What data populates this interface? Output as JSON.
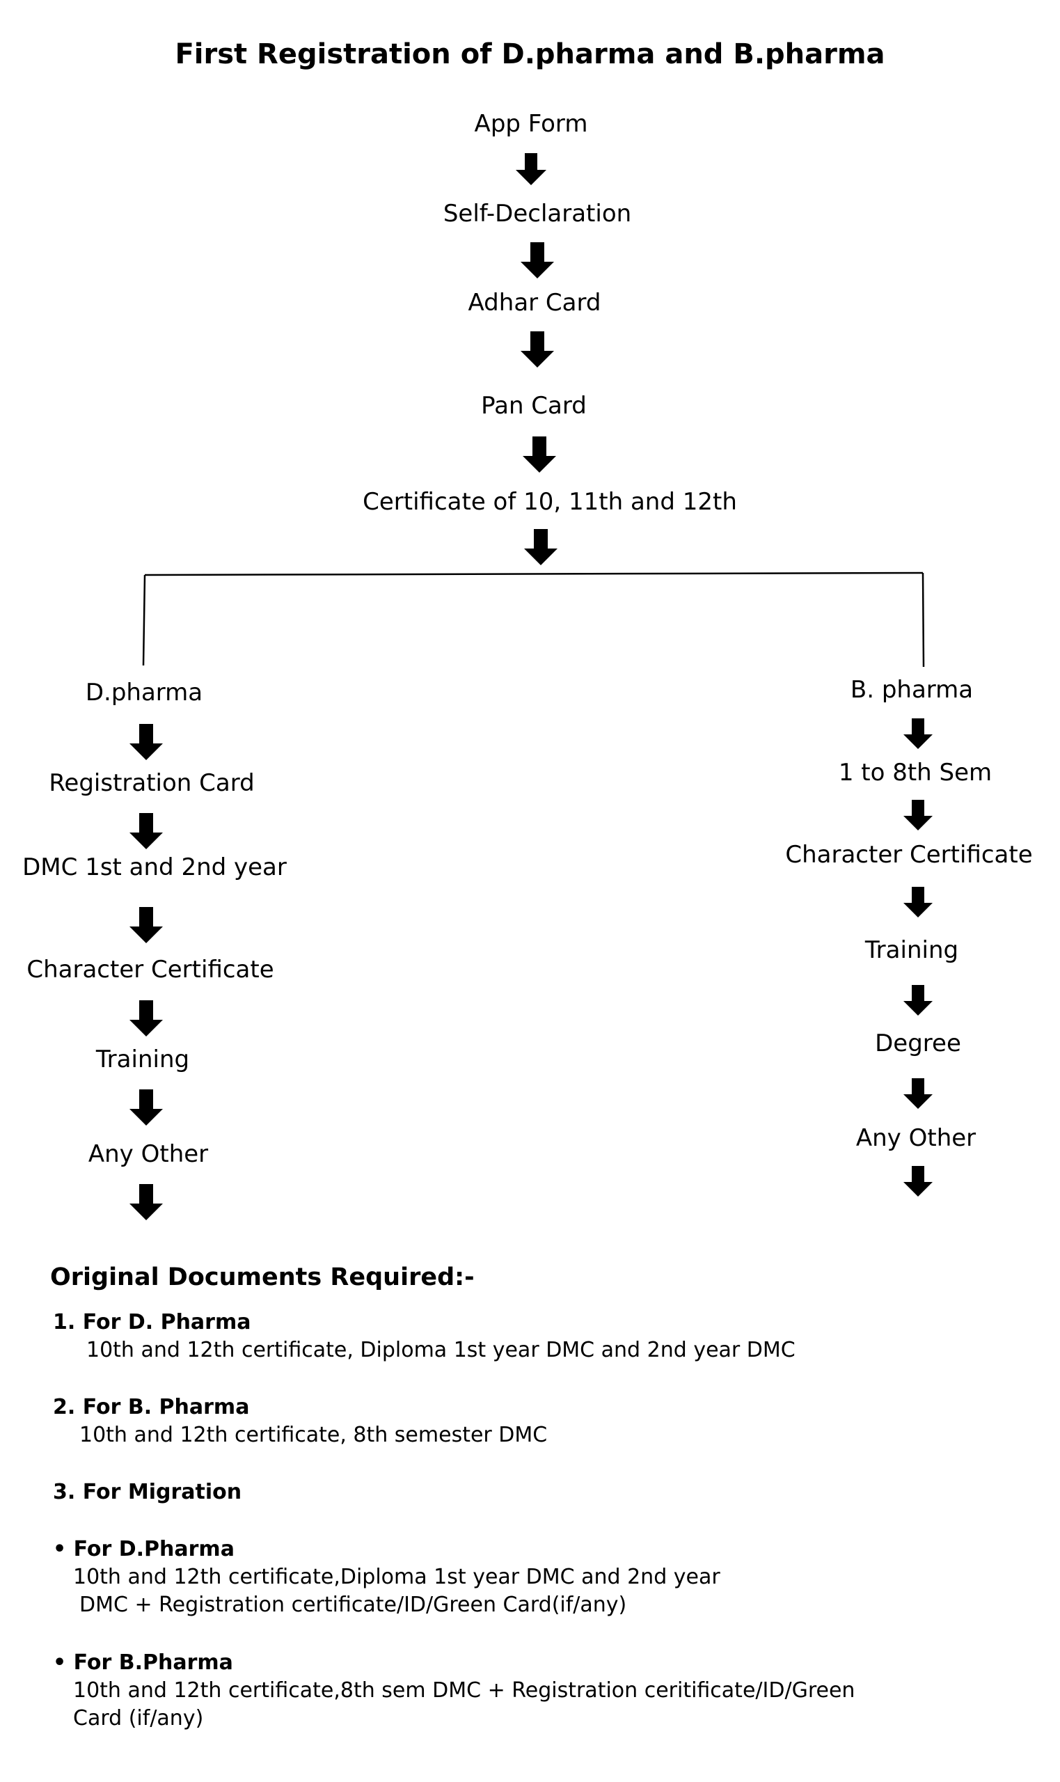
{
  "title": "First Registration of D.pharma and B.pharma",
  "flow": {
    "common": [
      "App Form",
      "Self-Declaration",
      "Adhar Card",
      "Pan Card",
      "Certificate of 10, 11th and 12th"
    ],
    "d_pharma": [
      "D.pharma",
      "Registration Card",
      "DMC 1st and 2nd year",
      "Character Certificate",
      "Training",
      "Any Other"
    ],
    "b_pharma": [
      "B. pharma",
      "1 to 8th Sem",
      "Character Certificate",
      "Training",
      "Degree",
      "Any Other"
    ]
  },
  "documents": {
    "heading": "Original Documents Required:-",
    "item1": {
      "label": "1. For D. Pharma",
      "line1": "10th and 12th certificate, Diploma 1st year DMC and 2nd year DMC"
    },
    "item2": {
      "label": "2. For B. Pharma",
      "line1": "10th and 12th certificate, 8th semester DMC"
    },
    "item3": {
      "label": "3. For Migration"
    },
    "migration_d": {
      "label": "• For D.Pharma",
      "line1": "10th and 12th certificate,Diploma 1st year DMC and 2nd year",
      "line2": "DMC + Registration certificate/ID/Green Card(if/any)"
    },
    "migration_b": {
      "label": "• For B.Pharma",
      "line1": "10th and 12th certificate,8th sem DMC + Registration ceritificate/ID/Green",
      "line2": "Card (if/any)"
    }
  }
}
